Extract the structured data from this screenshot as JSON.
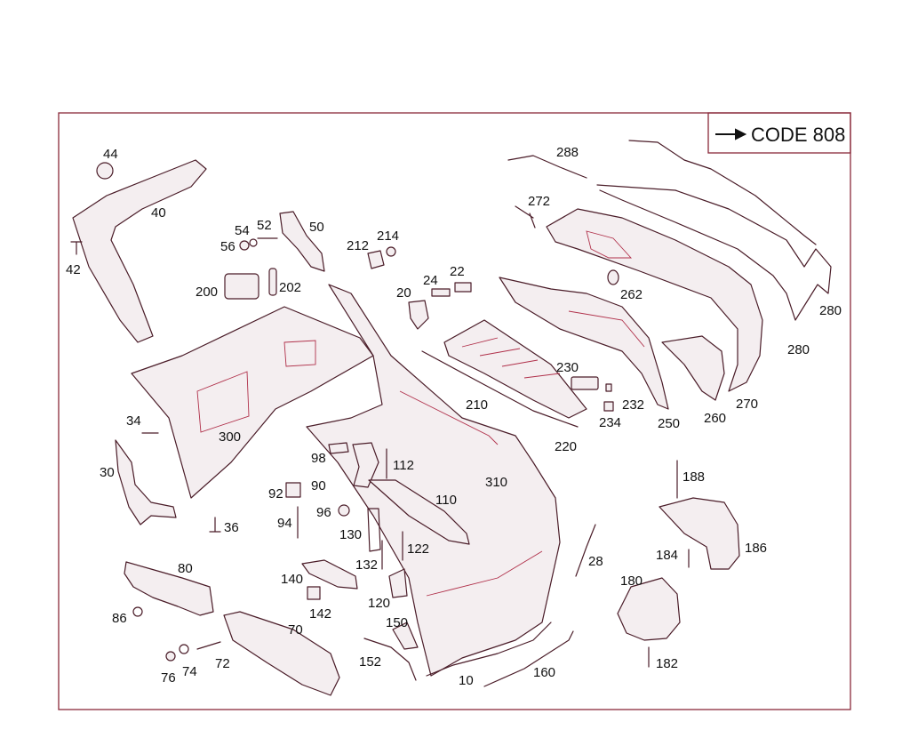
{
  "code_box": {
    "label": "CODE 808"
  },
  "labels": {
    "l10": "10",
    "l20": "20",
    "l22": "22",
    "l24": "24",
    "l28": "28",
    "l30": "30",
    "l34": "34",
    "l36": "36",
    "l40": "40",
    "l42": "42",
    "l44": "44",
    "l50": "50",
    "l52": "52",
    "l54": "54",
    "l56": "56",
    "l70": "70",
    "l72": "72",
    "l74": "74",
    "l76": "76",
    "l80": "80",
    "l86": "86",
    "l90": "90",
    "l92": "92",
    "l94": "94",
    "l96": "96",
    "l98": "98",
    "l110": "110",
    "l112": "112",
    "l120": "120",
    "l122": "122",
    "l130": "130",
    "l132": "132",
    "l140": "140",
    "l142": "142",
    "l150": "150",
    "l152": "152",
    "l160": "160",
    "l180": "180",
    "l182": "182",
    "l184": "184",
    "l186": "186",
    "l188": "188",
    "l200": "200",
    "l202": "202",
    "l210": "210",
    "l212": "212",
    "l214": "214",
    "l220": "220",
    "l230": "230",
    "l232": "232",
    "l234": "234",
    "l250": "250",
    "l260": "260",
    "l262": "262",
    "l270": "270",
    "l272": "272",
    "l280a": "280",
    "l280b": "280",
    "l288": "288",
    "l300": "300",
    "l310": "310"
  },
  "colors": {
    "frame": "#8a2a3a",
    "outline": "#4a1c28",
    "accent": "#b0304a"
  }
}
